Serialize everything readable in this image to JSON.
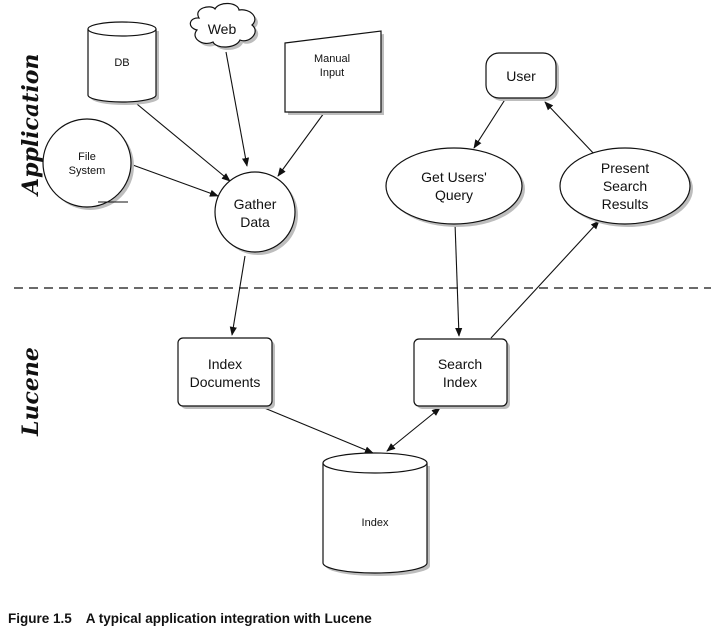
{
  "side_labels": {
    "top": "Application",
    "bottom": "Lucene"
  },
  "nodes": {
    "db": "DB",
    "web": "Web",
    "manual_input": [
      "Manual",
      "Input"
    ],
    "file_system": [
      "File",
      "System"
    ],
    "gather_data": [
      "Gather",
      "Data"
    ],
    "user": "User",
    "get_users_query": [
      "Get Users'",
      "Query"
    ],
    "present_search_results": [
      "Present",
      "Search",
      "Results"
    ],
    "index_documents": [
      "Index",
      "Documents"
    ],
    "search_index": [
      "Search",
      "Index"
    ],
    "index": "Index"
  },
  "caption": {
    "number": "Figure 1.5",
    "text": "A typical application integration with Lucene"
  }
}
